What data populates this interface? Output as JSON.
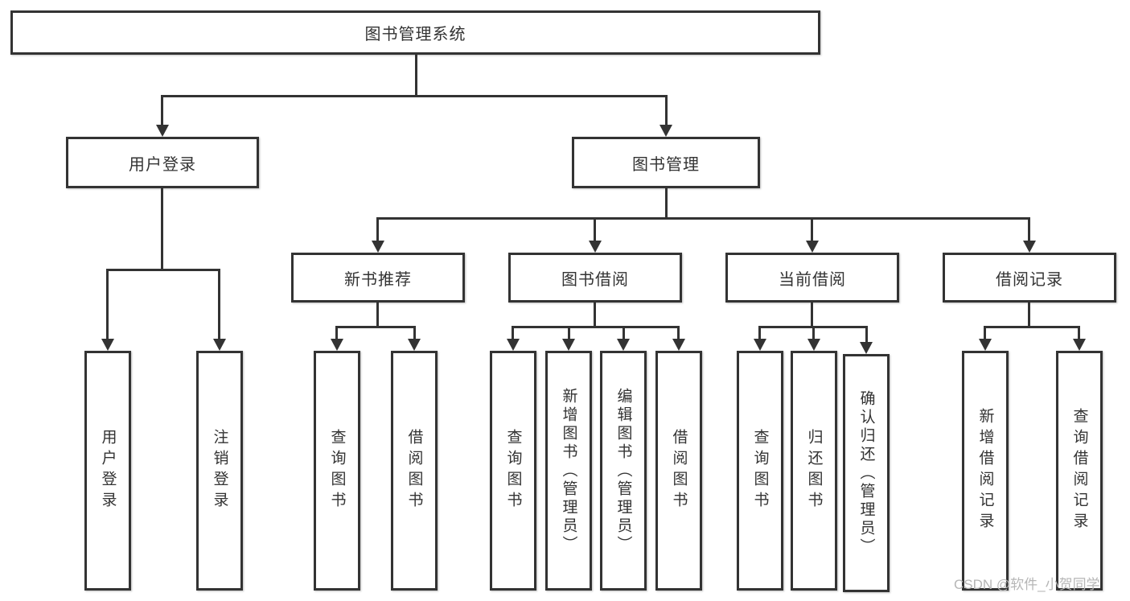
{
  "nodes": {
    "root": {
      "label": "图书管理系统"
    },
    "user_login": {
      "label": "用户登录"
    },
    "book_management": {
      "label": "图书管理"
    },
    "new_book_recommendation": {
      "label": "新书推荐"
    },
    "book_borrowing": {
      "label": "图书借阅"
    },
    "current_borrowing": {
      "label": "当前借阅"
    },
    "borrowing_records": {
      "label": "借阅记录"
    },
    "leaf_user_login": {
      "label": "用户登录"
    },
    "leaf_logout": {
      "label": "注销登录"
    },
    "recommend_query_books": {
      "label": "查询图书"
    },
    "recommend_borrow_books": {
      "label": "借阅图书"
    },
    "borrow_query_books": {
      "label": "查询图书"
    },
    "borrow_add_books": {
      "label": "新增图书（管理员）"
    },
    "borrow_edit_books": {
      "label": "编辑图书（管理员）"
    },
    "borrow_borrow_books": {
      "label": "借阅图书"
    },
    "current_query_books": {
      "label": "查询图书"
    },
    "current_return_books": {
      "label": "归还图书"
    },
    "current_confirm_return": {
      "label": "确认归还（管理员）"
    },
    "records_add_record": {
      "label": "新增借阅记录"
    },
    "records_query_record": {
      "label": "查询借阅记录"
    }
  },
  "watermark": {
    "text": "CSDN @软件_小贺同学",
    "color": "#b6b6b6"
  },
  "colors": {
    "line": "#333333",
    "box_border": "#333333",
    "box_fill": "#ffffff",
    "text": "#333333",
    "background": "#ffffff"
  }
}
